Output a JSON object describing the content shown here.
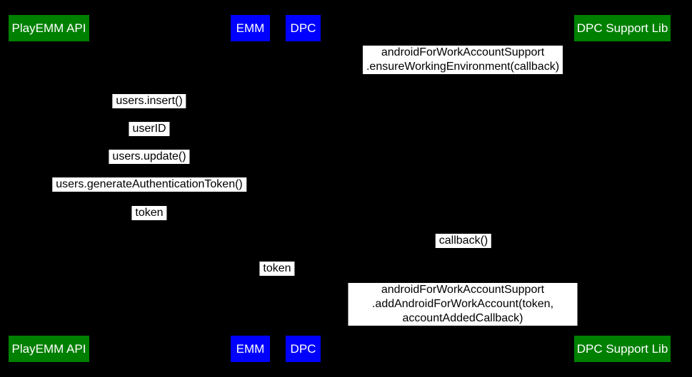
{
  "diagram": {
    "type": "sequence-diagram",
    "background_color": "#000000",
    "label_bg_color": "#ffffff",
    "label_text_color": "#000000",
    "actor_text_color": "#ffffff",
    "actor_green": "#008000",
    "actor_blue": "#0000ff",
    "actors": [
      {
        "id": "playemm-api",
        "label": "PlayEMM API",
        "color": "#008000"
      },
      {
        "id": "emm",
        "label": "EMM",
        "color": "#0000ff"
      },
      {
        "id": "dpc",
        "label": "DPC",
        "color": "#0000ff"
      },
      {
        "id": "dpc-support-lib",
        "label": "DPC Support Lib",
        "color": "#008000"
      }
    ],
    "messages": [
      {
        "label": "androidForWorkAccountSupport\n.ensureWorkingEnvironment(callback)"
      },
      {
        "label": "users.insert()"
      },
      {
        "label": "userID"
      },
      {
        "label": "users.update()"
      },
      {
        "label": "users.generateAuthenticationToken()"
      },
      {
        "label": "token"
      },
      {
        "label": "callback()"
      },
      {
        "label": "token"
      },
      {
        "label": "androidForWorkAccountSupport\n.addAndroidForWorkAccount(token, accountAddedCallback)"
      }
    ]
  }
}
